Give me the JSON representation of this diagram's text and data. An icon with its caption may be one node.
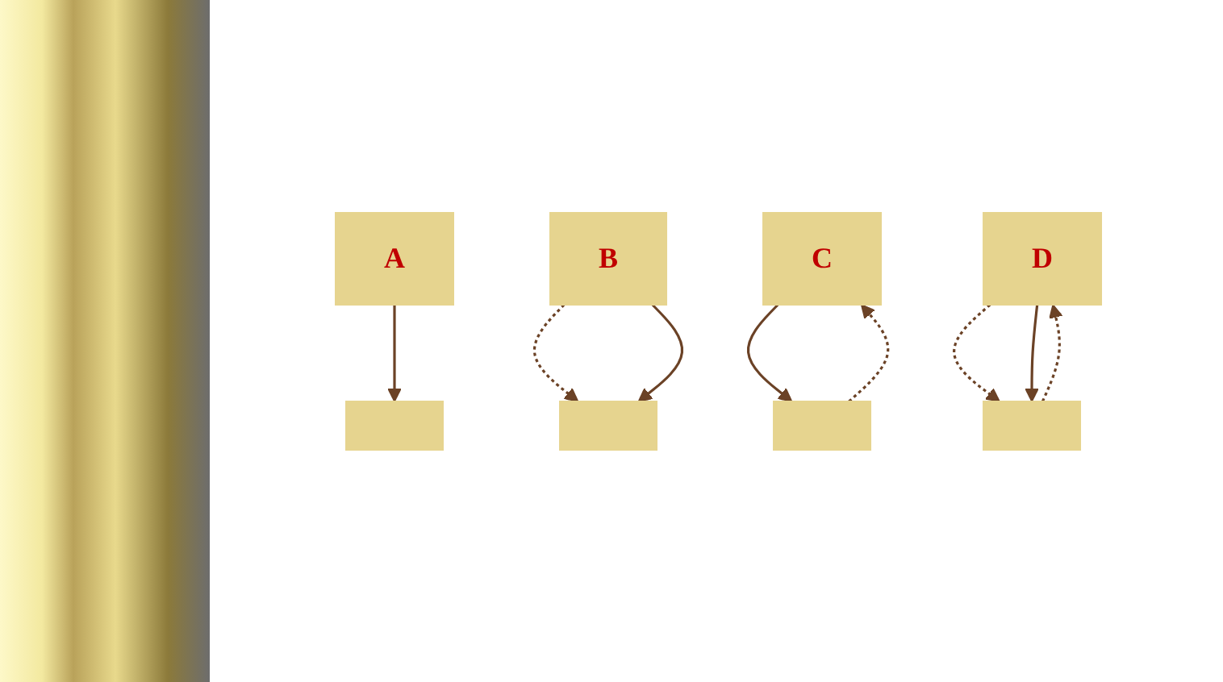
{
  "diagram": {
    "nodes": [
      {
        "text": [
          "A"
        ]
      },
      {
        "text": [],
        "shape": "box"
      },
      {
        "text": [
          "B"
        ]
      },
      {
        "text": [],
        "shape": "box"
      },
      {
        "text": [
          "C"
        ]
      },
      {
        "text": [],
        "shape": "box"
      },
      {
        "text": [
          "D"
        ]
      },
      {
        "text": [],
        "shape": "box"
      }
    ],
    "edges": [
      {
        "from": 0,
        "to": 1,
        "arrow": "to"
      },
      {
        "from": 2,
        "to": 3,
        "arrow": "to",
        "style": "dashed"
      },
      {
        "from": 2,
        "to": 3,
        "arrow": "to"
      },
      {
        "from": 4,
        "to": 5,
        "arrow": "to"
      },
      {
        "from": 5,
        "to": 4,
        "arrow": "to",
        "style": "dashed"
      },
      {
        "from": 6,
        "to": 7,
        "arrow": "to",
        "style": "dashed"
      },
      {
        "from": 6,
        "to": 7,
        "arrow": "to"
      },
      {
        "from": 7,
        "to": 6,
        "arrow": "to",
        "style": "dashed"
      }
    ]
  }
}
